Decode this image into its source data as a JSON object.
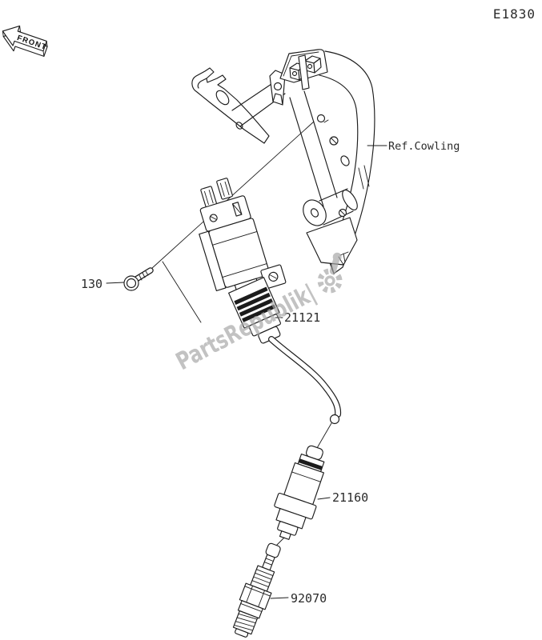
{
  "page": {
    "drawing_code": "E1830",
    "background": "#ffffff",
    "line_color": "#1c1c1c",
    "label_color": "#2a2a2a"
  },
  "front_marker": {
    "label": "FRONT"
  },
  "callouts": {
    "ref_cowling": {
      "text": "Ref.Cowling"
    },
    "bolt": {
      "text": "130"
    },
    "ignition_coil": {
      "text": "21121"
    },
    "plug_cap": {
      "text": "21160"
    },
    "spark_plug": {
      "text": "92070"
    }
  },
  "watermark": {
    "text": "PartsRepublik|",
    "icon": "gear-logo",
    "color": "#a6a6a6"
  }
}
